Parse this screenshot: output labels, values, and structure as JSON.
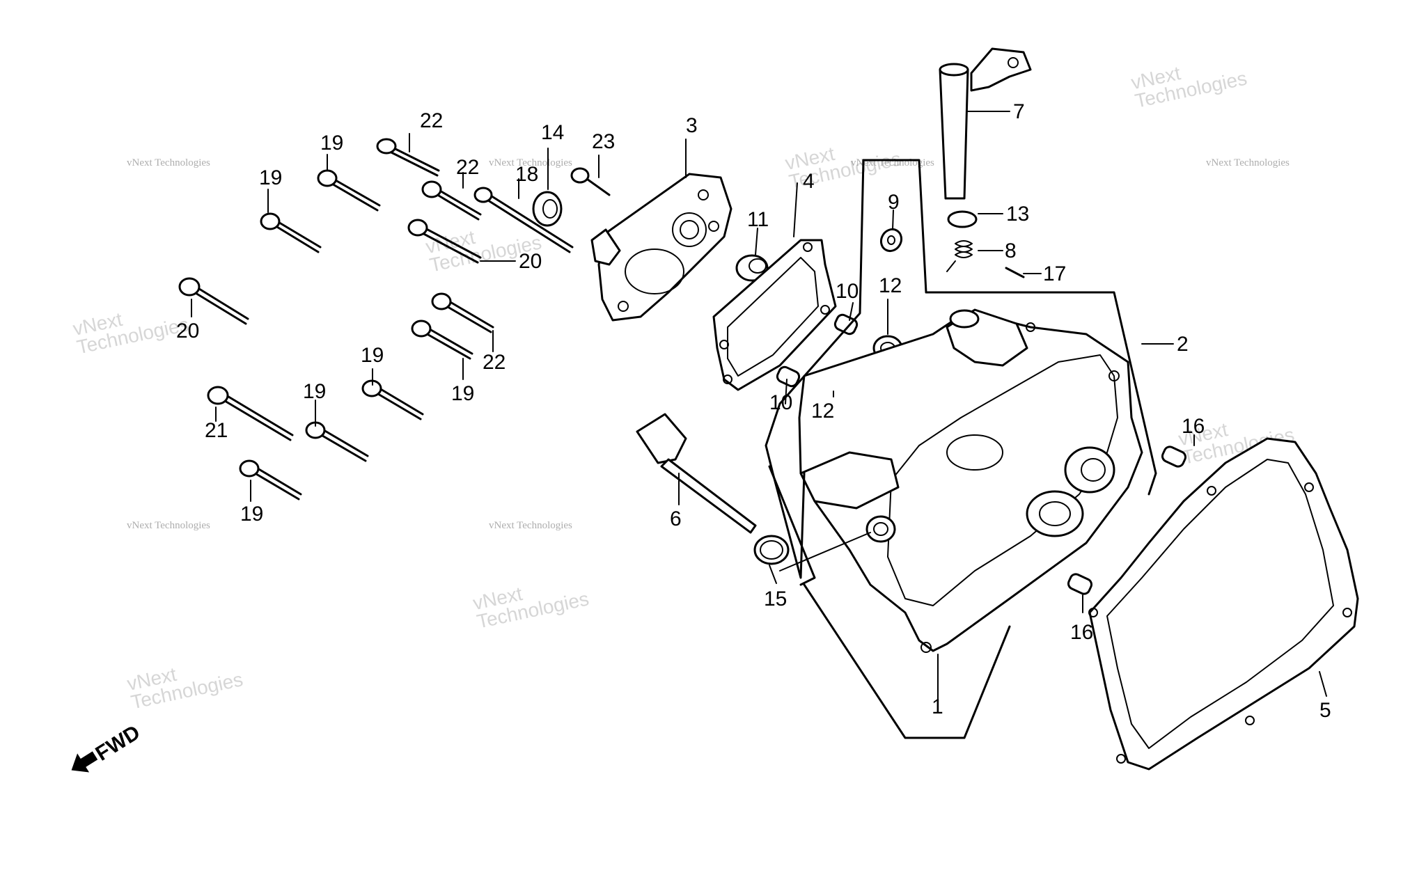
{
  "callouts": [
    "1",
    "2",
    "3",
    "4",
    "5",
    "6",
    "7",
    "8",
    "9",
    "10",
    "10",
    "11",
    "12",
    "12",
    "13",
    "14",
    "15",
    "16",
    "16",
    "17",
    "18",
    "19",
    "19",
    "19",
    "19",
    "19",
    "19",
    "20",
    "20",
    "21",
    "22",
    "22",
    "22",
    "23"
  ],
  "watermark": {
    "small": "vNext Technologies",
    "large": "vNext\nTechnologies"
  },
  "fwd_label": "FWD"
}
